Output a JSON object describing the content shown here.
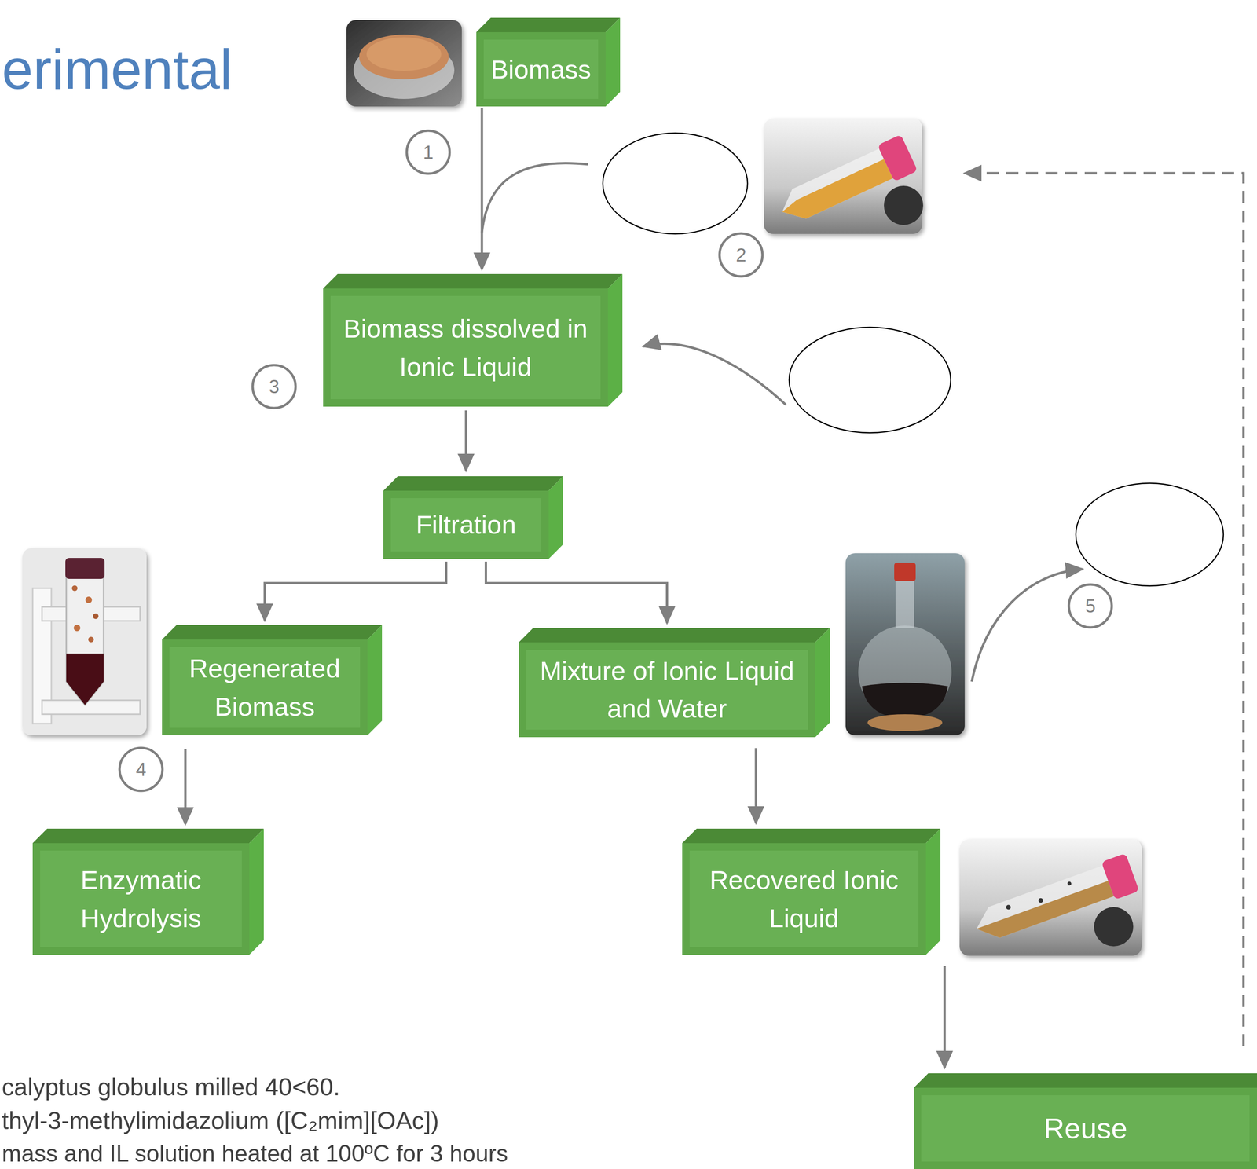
{
  "diagram": {
    "title": "erimental",
    "nodes": [
      {
        "text": [
          "Biomass"
        ]
      },
      {
        "text": [
          "Biomass dissolved in Ionic Liquid"
        ]
      },
      {
        "text": [
          "Filtration"
        ]
      },
      {
        "text": [
          "Regenerated Biomass"
        ]
      },
      {
        "text": [
          "Mixture of Ionic Liquid and Water"
        ]
      },
      {
        "text": [
          "Enzymatic Hydrolysis"
        ]
      },
      {
        "text": [
          "Recovered Ionic Liquid"
        ]
      },
      {
        "text": [
          "Reuse"
        ]
      }
    ],
    "edges": [
      {
        "from": 0,
        "to": 1,
        "arrow": "to"
      },
      {
        "from": 1,
        "to": 2,
        "arrow": "to"
      },
      {
        "from": 2,
        "to": 3,
        "arrow": "to"
      },
      {
        "from": 2,
        "to": 4,
        "arrow": "to"
      },
      {
        "from": 3,
        "to": 5,
        "arrow": "to"
      },
      {
        "from": 4,
        "to": 6,
        "arrow": "to"
      },
      {
        "from": 6,
        "to": 7,
        "arrow": "to"
      }
    ],
    "labels": [
      "1",
      "2",
      "3",
      "4",
      "5",
      "calyptus globulus milled 40<60.",
      "thyl-3-methylimidazolium ([C₂mim][OAc])",
      "mass and IL solution heated at 100ºC for 3 hours"
    ]
  }
}
